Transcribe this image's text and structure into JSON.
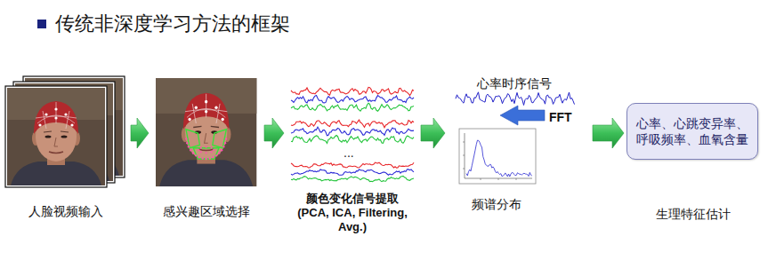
{
  "diagram": {
    "title": "传统非深度学习方法的框架",
    "nodes": [
      {
        "text": [
          "人脸视频输入"
        ]
      },
      {
        "text": [
          "感兴趣区域选择"
        ]
      },
      {
        "text": [
          "颜色变化信号提取 (PCA, ICA, Filtering, Avg.)"
        ]
      },
      {
        "text": [
          "心率时序信号",
          "FFT",
          "频谱分布"
        ]
      },
      {
        "text": [
          "心率、心跳变异率、呼吸频率、血氧含量",
          "生理特征估计"
        ]
      }
    ],
    "edges": [
      {
        "from": 0,
        "to": 1,
        "arrow": "to"
      },
      {
        "from": 1,
        "to": 2,
        "arrow": "to"
      },
      {
        "from": 2,
        "to": 3,
        "arrow": "to"
      },
      {
        "from": 3,
        "to": 4,
        "arrow": "to"
      }
    ],
    "labels": [
      "..."
    ]
  }
}
